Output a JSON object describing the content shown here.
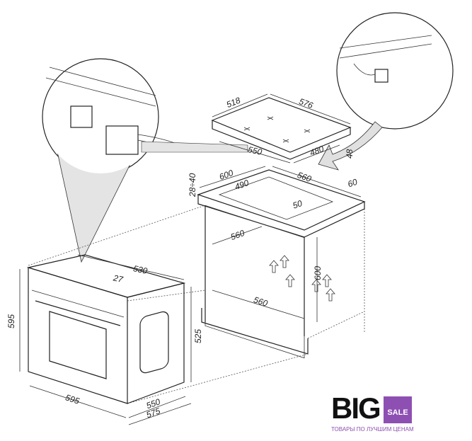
{
  "hob": {
    "width_518": "518",
    "depth_576": "576",
    "cutout_550": "550",
    "cutout_480": "480",
    "height_48": "48"
  },
  "cabinet": {
    "width_600": "600",
    "width_560": "560",
    "cut_490": "490",
    "gap_60": "60",
    "edge_50": "50",
    "top_thickness": "28÷40",
    "inner_560_top": "560",
    "inner_560_bottom": "560",
    "height_600": "600"
  },
  "oven": {
    "depth_530": "530",
    "gap_27": "27",
    "height_595": "595",
    "height_525": "525",
    "width_595": "595",
    "depth_550": "550",
    "depth_575": "575"
  },
  "logo": {
    "brand": "BIG",
    "badge": "SALE",
    "tagline": "ТОВАРЫ ПО ЛУЧШИМ ЦЕНАМ",
    "color": "#8e4fb3"
  }
}
